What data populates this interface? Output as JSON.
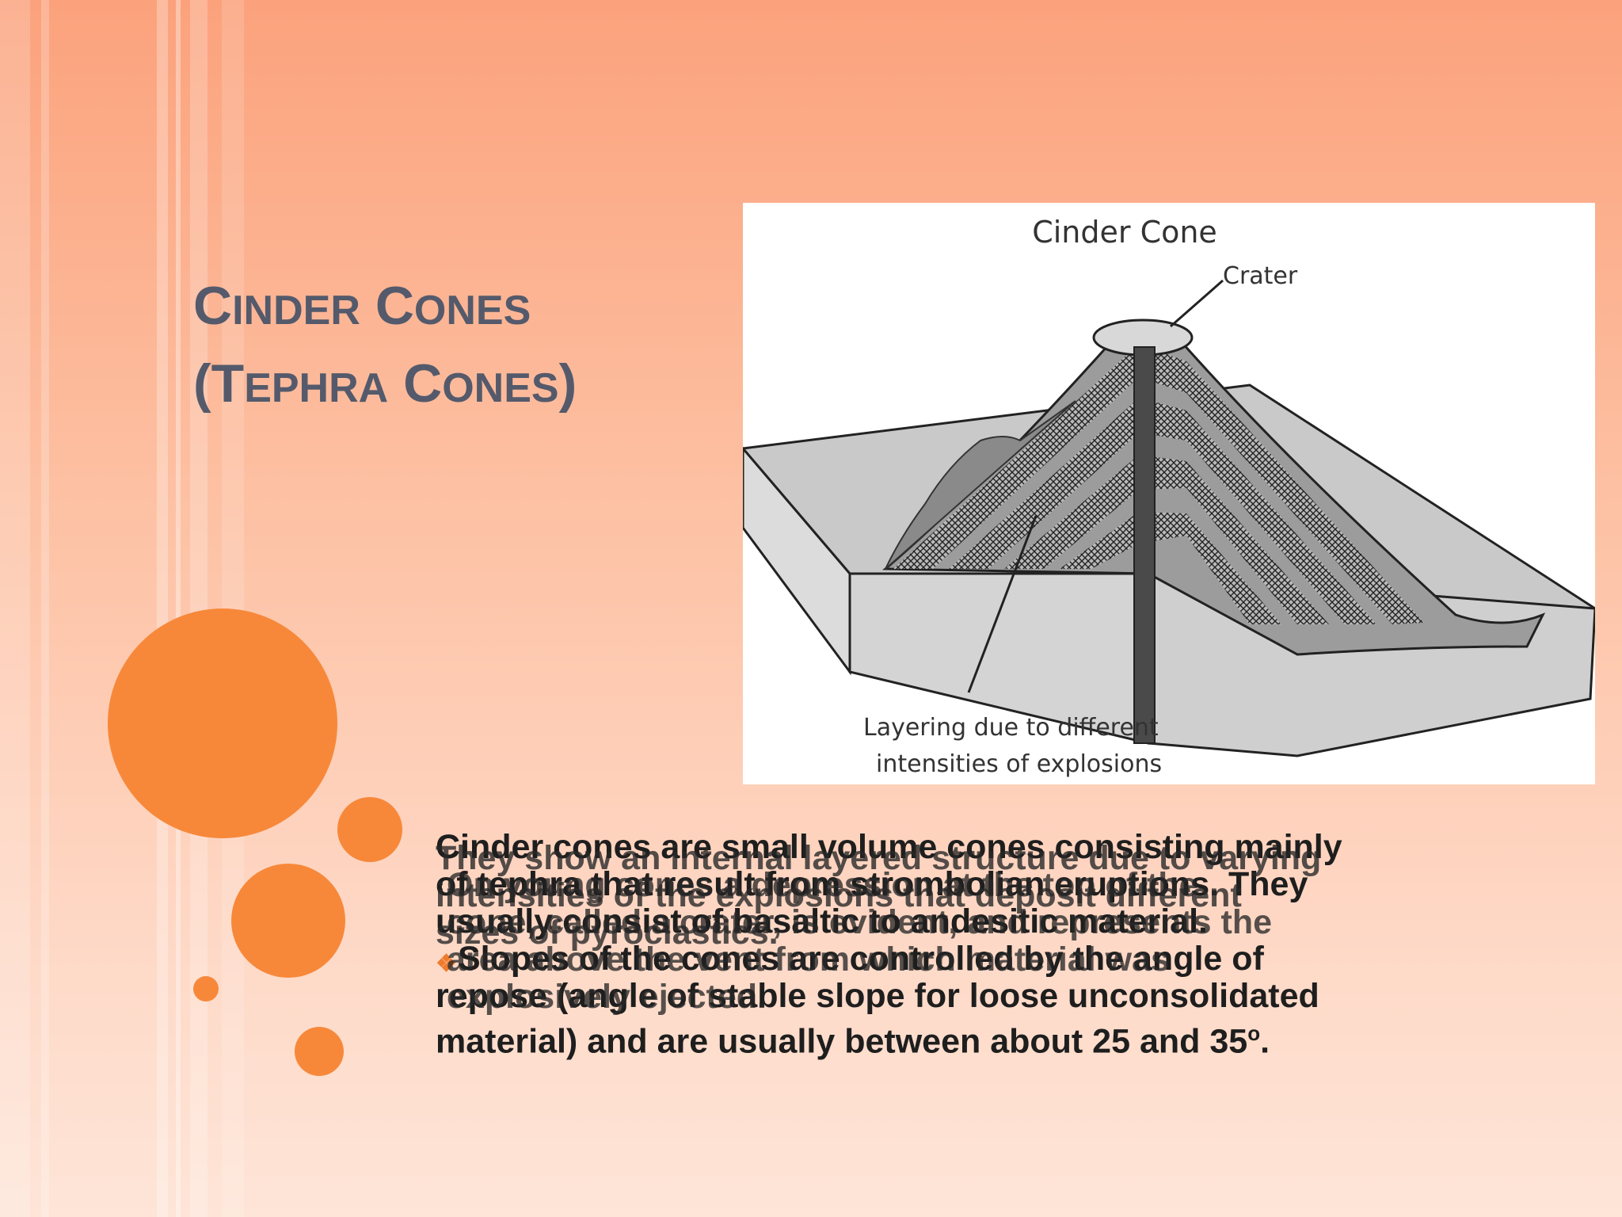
{
  "slide": {
    "title_line1": [
      {
        "cap": "C",
        "rest": "inder"
      },
      {
        "cap": "C",
        "rest": "ones"
      }
    ],
    "title_line2": [
      {
        "cap": "(T",
        "rest": "ephra"
      },
      {
        "cap": "C",
        "rest": "ones"
      },
      {
        "cap": ")",
        "rest": ""
      }
    ]
  },
  "figure": {
    "title": "Cinder Cone",
    "crater_label": "Crater",
    "layer_label_line1": "Layering due to different",
    "layer_label_line2": "intensities of explosions"
  },
  "body": {
    "layer1": {
      "line1": "Cinder cones are small volume cones consisting mainly",
      "line2": "of tephra that result from strombolian eruptions. They",
      "line3": "usually consist of basaltic to andesitic material.",
      "bullet": "❖",
      "line4": "Slopes of the cones are controlled by the angle of",
      "line5": "repose (angle of stable slope for loose unconsolidated",
      "line6_pre": "material) and are usually between about 25 and 35",
      "line6_sup": "o",
      "line6_post": "."
    },
    "layer2": {
      "line1": "They show an internal layered structure due to varying",
      "line2": "intensities of the explosions that deposit different",
      "line3": "sizes of pyroclastics."
    },
    "layer3": {
      "line1": "On young cones a depression at the top of the",
      "line2": "cone, called a crater, is evident, and represents the",
      "line3": "area above the vent from which material was",
      "line4": "explosively ejected."
    }
  },
  "colors": {
    "title": "#545a6b",
    "accent_orange": "#f7883a",
    "text_dark": "#1a1a1a"
  }
}
